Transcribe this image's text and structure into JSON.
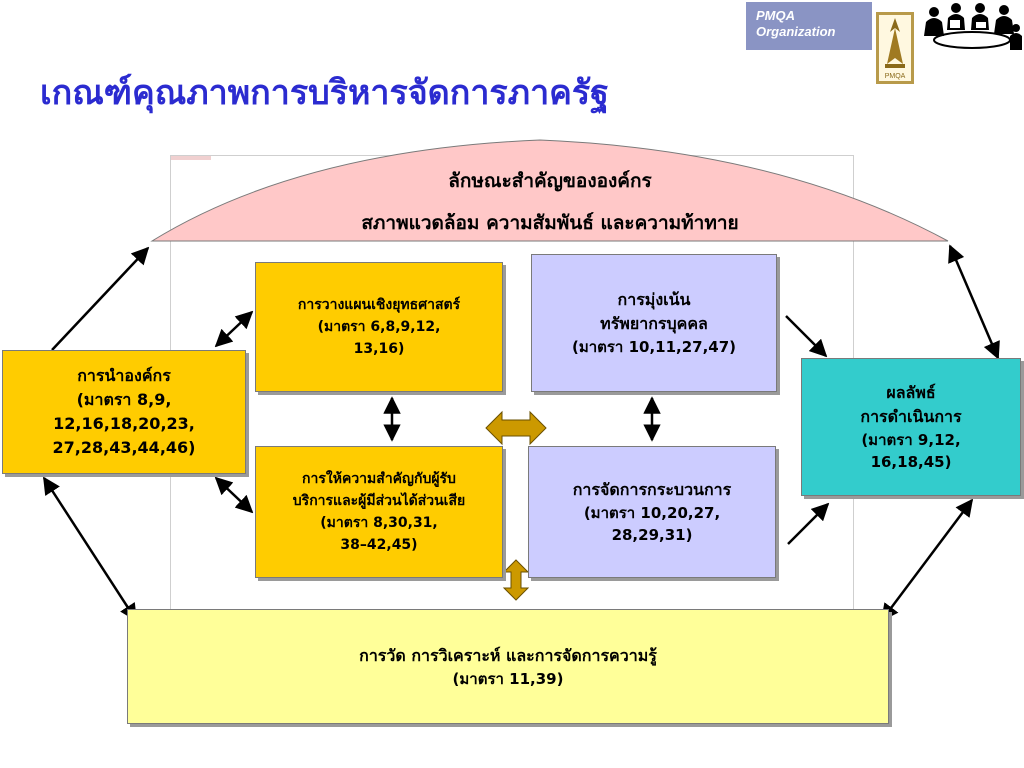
{
  "header": {
    "logo_line1": "PMQA",
    "logo_line2": "Organization",
    "emblem_caption": "PMQA",
    "emblem_icon": "pmqa-emblem-icon",
    "people_icon": "meeting-people-icon"
  },
  "page": {
    "title": "เกณฑ์คุณภาพการบริหารจัดการภาครัฐ"
  },
  "profile": {
    "line1": "ลักษณะสำคัญขององค์กร",
    "line2": "สภาพแวดล้อม ความสัมพันธ์ และความท้าทาย",
    "color": "#ffc8c8"
  },
  "boxes": {
    "leadership": {
      "title": "การนำองค์กร",
      "ref1": "(มาตรา  8,9,",
      "ref2": "12,16,18,20,23,",
      "ref3": "27,28,43,44,46)",
      "color": "#ffcc00"
    },
    "strategy": {
      "title": "การวางแผนเชิงยุทธศาสตร์",
      "ref1": "(มาตรา  6,8,9,12,",
      "ref2": "13,16)",
      "color": "#ffcc00"
    },
    "customer": {
      "line1": "การให้ความสำคัญกับผู้รับ",
      "line2": "บริการและผู้มีส่วนได้ส่วนเสีย",
      "ref1": "(มาตรา  8,30,31,",
      "ref2": "38–42,45)",
      "color": "#ffcc00"
    },
    "hr": {
      "line1": "การมุ่งเน้น",
      "line2": "ทรัพยากรบุคคล",
      "ref": "(มาตรา 10,11,27,47)",
      "color": "#ccccff"
    },
    "process": {
      "title": "การจัดการกระบวนการ",
      "ref1": "(มาตรา  10,20,27,",
      "ref2": "28,29,31)",
      "color": "#ccccff"
    },
    "results": {
      "line1": "ผลลัพธ์",
      "line2": "การดำเนินการ",
      "ref1": "(มาตรา 9,12,",
      "ref2": "16,18,45)",
      "color": "#33cccc"
    },
    "measurement": {
      "title": "การวัด การวิเคราะห์ และการจัดการความรู้",
      "ref": "(มาตรา  11,39)",
      "color": "#ffff99"
    }
  },
  "connectors": {
    "double_arrow_color": "#cc9900",
    "arrow_color": "#000000"
  }
}
